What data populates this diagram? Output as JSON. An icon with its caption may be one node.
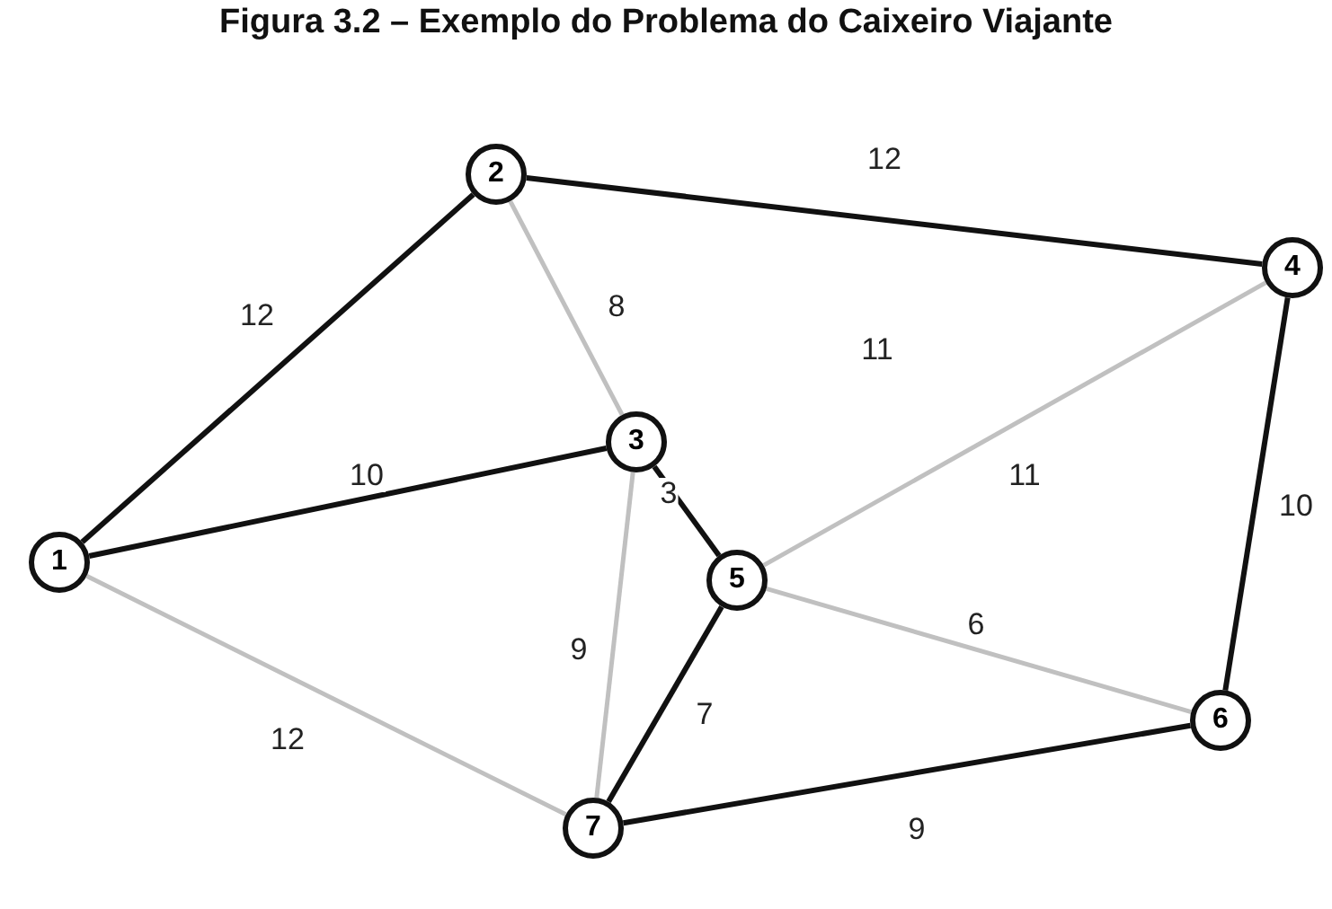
{
  "diagram": {
    "title": "Figura 3.2 – Exemplo do Problema do Caixeiro Viajante",
    "nodes": [
      {
        "text": [
          "1"
        ]
      },
      {
        "text": [
          "2"
        ]
      },
      {
        "text": [
          "3"
        ]
      },
      {
        "text": [
          "4"
        ]
      },
      {
        "text": [
          "5"
        ]
      },
      {
        "text": [
          "6"
        ]
      },
      {
        "text": [
          "7"
        ]
      }
    ],
    "edges": [
      {
        "from": 0,
        "to": 1,
        "arrow": "none",
        "label": "12"
      },
      {
        "from": 1,
        "to": 3,
        "arrow": "none",
        "label": "12"
      },
      {
        "from": 1,
        "to": 2,
        "arrow": "none",
        "label": "8",
        "color": "#c0c0c0"
      },
      {
        "from": 0,
        "to": 2,
        "arrow": "none",
        "label": "10"
      },
      {
        "from": 2,
        "to": 4,
        "arrow": "none",
        "label": "3"
      },
      {
        "from": 3,
        "to": 4,
        "arrow": "none",
        "label": "11",
        "color": "#c0c0c0"
      },
      {
        "from": 3,
        "to": 5,
        "arrow": "none",
        "label": "10"
      },
      {
        "from": 4,
        "to": 5,
        "arrow": "none",
        "label": "6",
        "color": "#c0c0c0"
      },
      {
        "from": 0,
        "to": 6,
        "arrow": "none",
        "label": "12",
        "color": "#c0c0c0"
      },
      {
        "from": 2,
        "to": 6,
        "arrow": "none",
        "label": "9",
        "color": "#c0c0c0"
      },
      {
        "from": 4,
        "to": 6,
        "arrow": "none",
        "label": "7"
      },
      {
        "from": 6,
        "to": 5,
        "arrow": "none",
        "label": "9"
      }
    ],
    "labels": [
      "11"
    ]
  }
}
